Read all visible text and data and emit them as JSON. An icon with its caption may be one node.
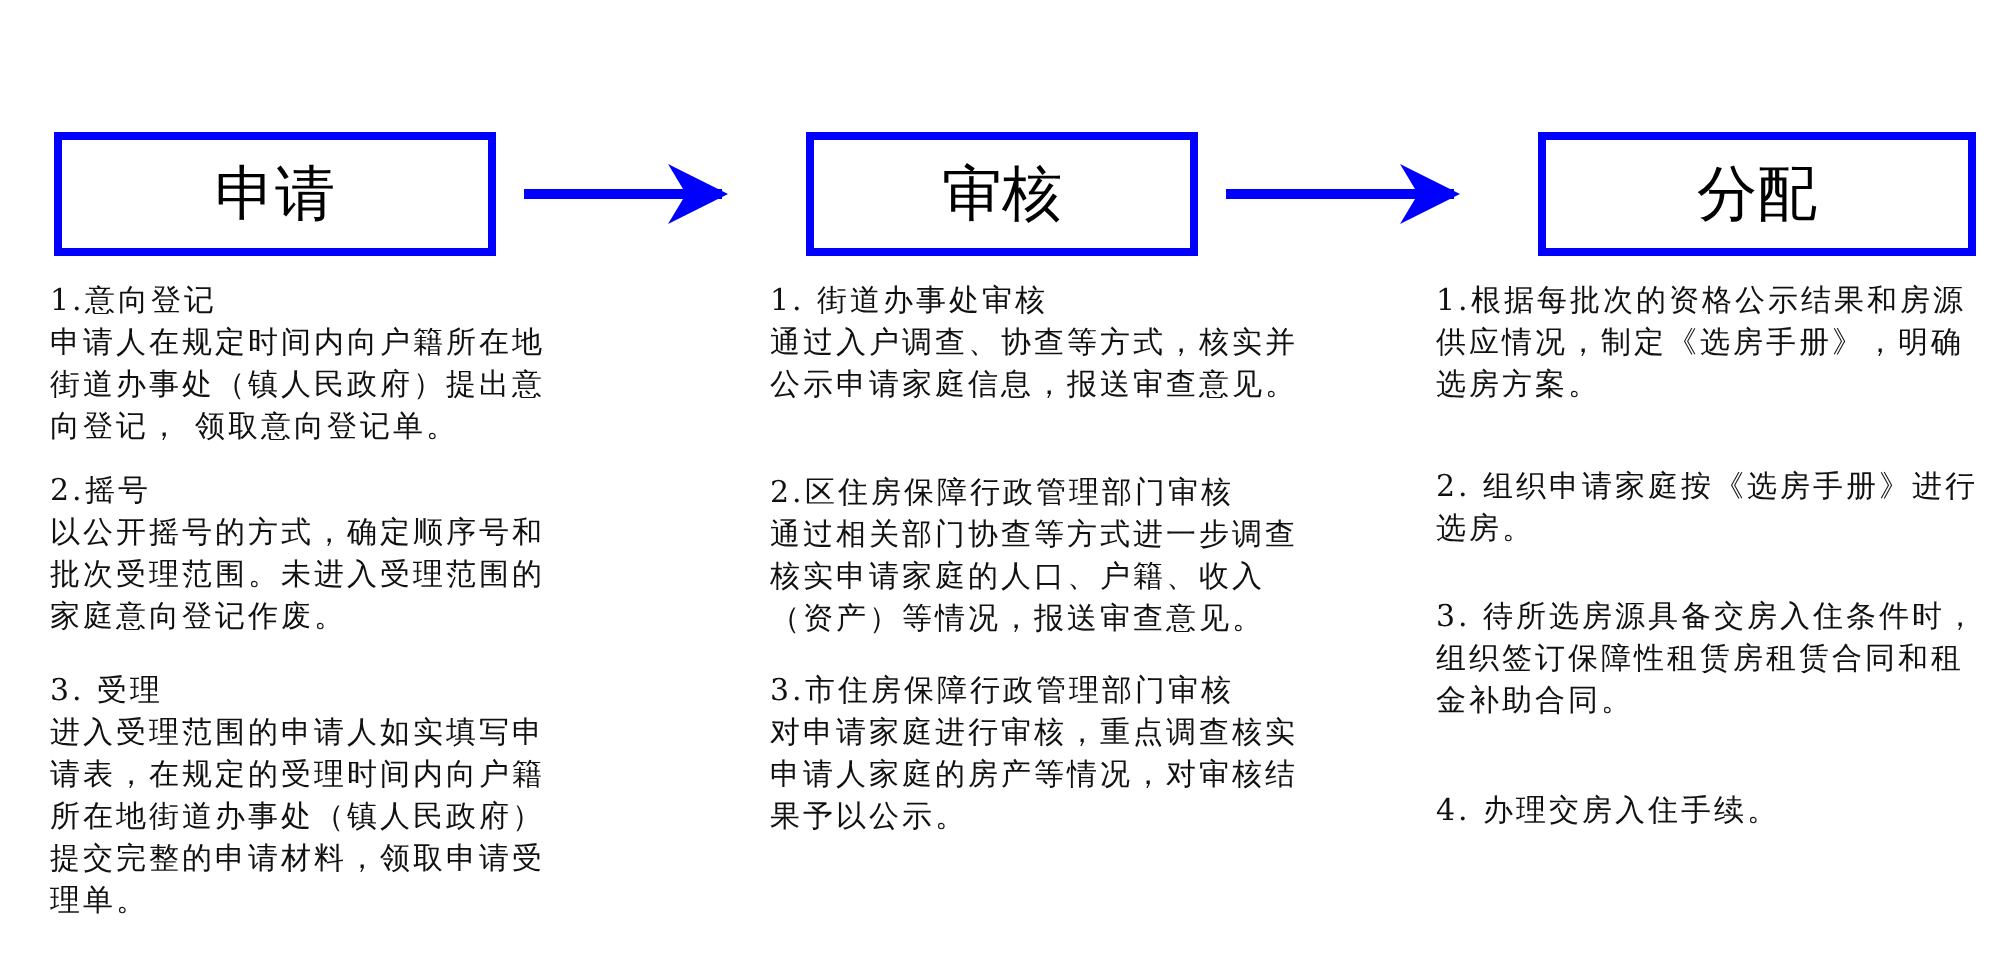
{
  "diagram": {
    "nodes": [
      {
        "text": [
          "申请"
        ],
        "beside": [
          "1.意向登记",
          "申请人在规定时间内向户籍所在地街道办事处（镇人民政府）提出意向登记， 领取意向登记单。",
          "2.摇号",
          "以公开摇号的方式，确定顺序号和批次受理范围。未进入受理范围的家庭意向登记作废。",
          "3. 受理",
          "进入受理范围的申请人如实填写申请表，在规定的受理时间内向户籍所在地街道办事处（镇人民政府）提交完整的申请材料，领取申请受理单。"
        ]
      },
      {
        "text": [
          "审核"
        ],
        "beside": [
          "1. 街道办事处审核",
          "通过入户调查、协查等方式，核实并公示申请家庭信息，报送审查意见。",
          "2.区住房保障行政管理部门审核",
          "通过相关部门协查等方式进一步调查核实申请家庭的人口、户籍、收入（资产）等情况，报送审查意见。",
          "3.市住房保障行政管理部门审核",
          "对申请家庭进行审核，重点调查核实申请人家庭的房产等情况，对审核结果予以公示。"
        ]
      },
      {
        "text": [
          "分配"
        ],
        "beside": [
          "1.根据每批次的资格公示结果和房源供应情况，制定《选房手册》，明确选房方案。",
          "2. 组织申请家庭按《选房手册》进行选房。",
          "3. 待所选房源具备交房入住条件时，组织签订保障性租赁房租赁合同和租金补助合同。",
          "4. 办理交房入住手续。"
        ]
      }
    ],
    "edges": [
      {
        "from": 0,
        "to": 1,
        "arrow": "to"
      },
      {
        "from": 1,
        "to": 2,
        "arrow": "to"
      }
    ]
  }
}
